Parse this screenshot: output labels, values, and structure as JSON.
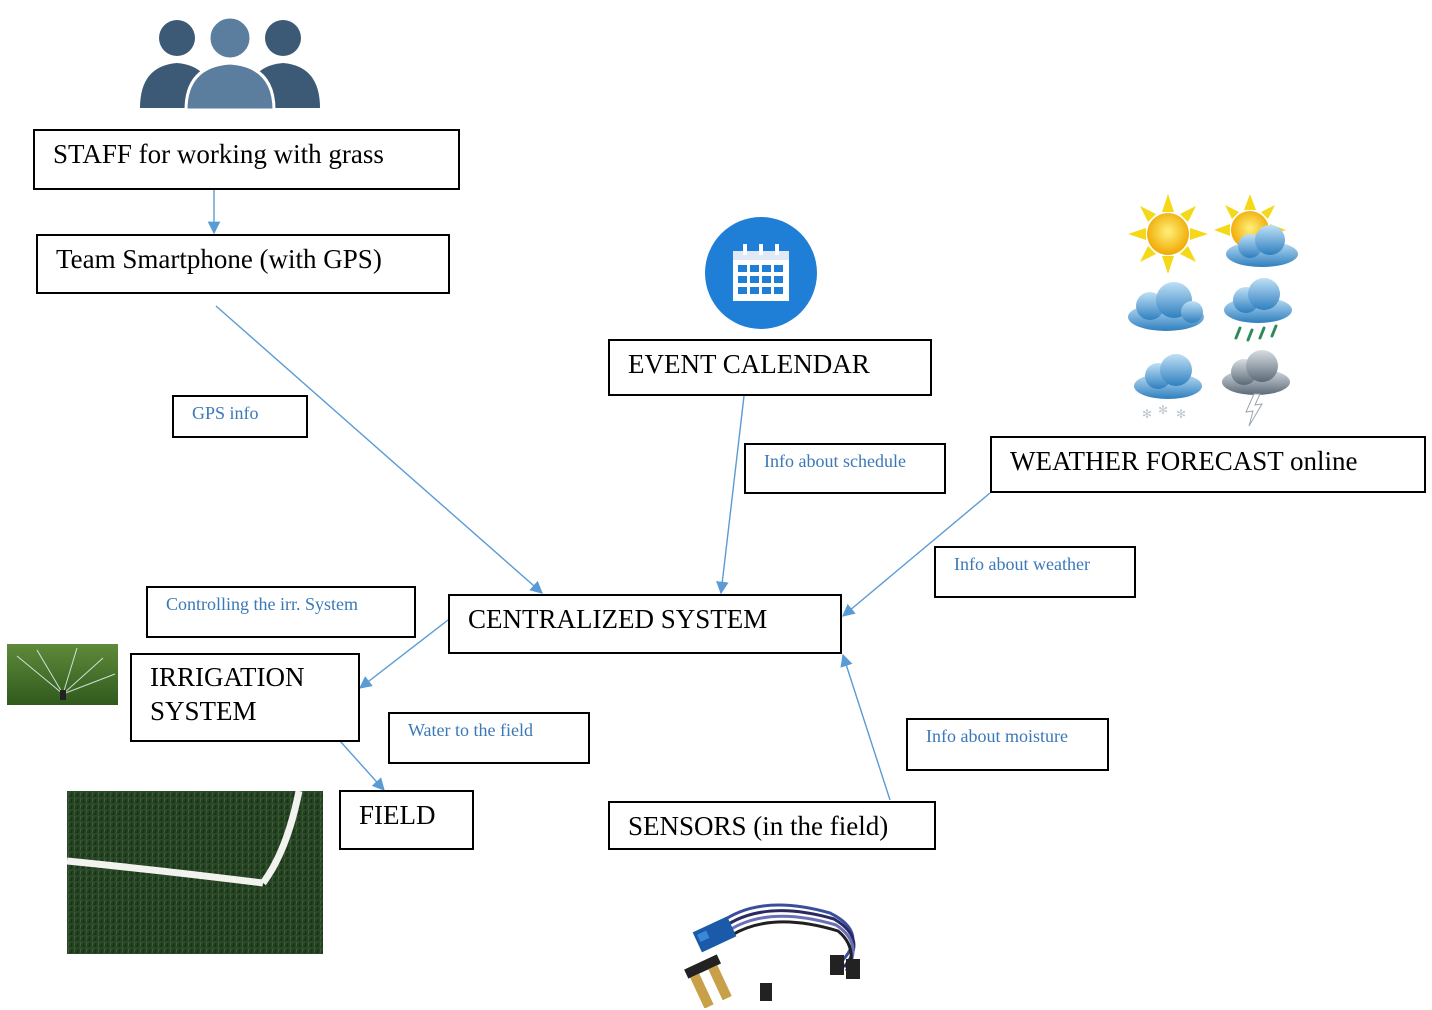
{
  "nodes": {
    "staff": "STAFF for working with grass",
    "smartphone": "Team Smartphone (with GPS)",
    "calendar": "EVENT CALENDAR",
    "weather": "WEATHER FORECAST online",
    "central": "CENTRALIZED SYSTEM",
    "irrigation_line1": "IRRIGATION",
    "irrigation_line2": "SYSTEM",
    "field": "FIELD",
    "sensors": "SENSORS (in the field)"
  },
  "edge_labels": {
    "gps": "GPS info",
    "schedule": "Info about schedule",
    "weather": "Info about weather",
    "control": "Controlling the irr. System",
    "water": "Water to the field",
    "moisture": "Info about moisture"
  },
  "colors": {
    "arrow": "#5b9bd5",
    "label_text": "#3b78b8",
    "calendar_bg": "#1f7fd6",
    "people": "#3c5a75"
  },
  "icons": [
    "people-icon",
    "calendar-icon",
    "weather-icons",
    "sprinkler-photo",
    "field-photo",
    "sensor-photo"
  ]
}
